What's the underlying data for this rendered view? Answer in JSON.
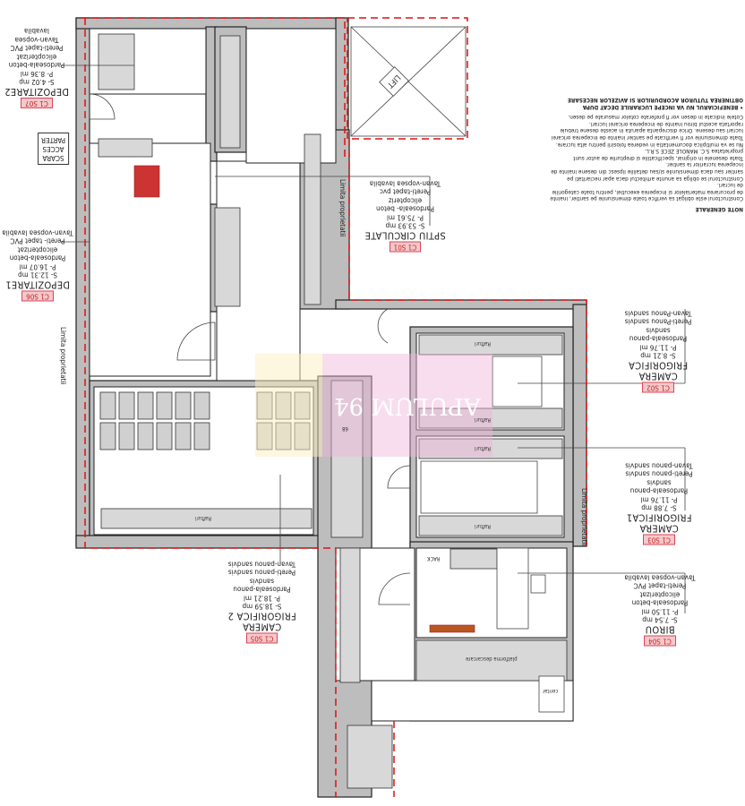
{
  "notes": {
    "title": "NOTE GENERALE",
    "lines": [
      "Constructorul este obligat sa verifice toate dimensiunile pe santier, inainte de procurarea materialelor si inceperea executiei, pentru toate categoriile de lucrari.",
      "Constructorul se obliga sa anunte arhitectul daca apar neclaritati pe santier sau daca dimensiunile si/sau detaliile lipsesc din desene inainte de inceperea lucrarilor la santier.",
      "Toate desenele in original, specificatiile si drepturile de autor sunt proprietatea S.C. MANOLE ZECE S.R.L.",
      "Nu se va multiplica documentatia in vederea folosirii pentru alta lucrare.",
      "Toate dimensiunile vor fi verificate pe santier inainte de inceperea oricarei lucrari sau desene. Orice discrepanta aparuta in aceste desene trebuie raportata acestui birou inainte de inceperea oricarei lucrari.",
      "Cotele indicate in desen vor fi preferate cotelor masurate pe desen.",
      "• BENEFICIARUL NU VA INCEPE LUCRARILE DECAT DUPA OBTINEREA TUTUROR ACORDURILOR SI AVIZELOR NECESARE"
    ]
  },
  "rooms": [
    {
      "code": "C1 S07",
      "name": "DEPOZITARE2",
      "area": "S- 4.02 mp",
      "perimeter": "P- 8.36 ml",
      "floor": "Pardoseala-beton elicopterizat",
      "walls": "Pereti-tapet PVC",
      "ceiling": "Tavan-vopsea lavabila"
    },
    {
      "code": "C1 S06",
      "name": "DEPOZITARE1",
      "area": "S- 12.31 mp",
      "perimeter": "P- 16.07 ml",
      "floor": "Pardoseala-beton elicopterizat",
      "walls": "Pereti- tapet PVC",
      "ceiling": "Tavan-vopsea lavabila"
    },
    {
      "code": "C1 S01",
      "name": "SPTIU CIRCULATE",
      "area": "S- 53.93 mp",
      "perimeter": "P- 75.61 ml",
      "floor": "Pardoseala- beton elicopteriz",
      "walls": "Pereti-tapet pvc",
      "ceiling": "Tavan-vopsea lavabila"
    },
    {
      "code": "C1 S02",
      "name": "CAMERA FRIGORIFICA",
      "area": "S- 8.21 mp",
      "perimeter": "P- 11.76 ml",
      "floor": "Pardoseala-panou sandvis",
      "walls": "Pereti-Panou sandvis",
      "ceiling": "Tavan-Panou sandvis"
    },
    {
      "code": "C1 S03",
      "name": "CAMERA FRIGORIFICA1",
      "area": "S- 7.88 mp",
      "perimeter": "P- 11.76 ml",
      "floor": "Pardoseala-panou sandvis",
      "walls": "Pereti-panou sandvis",
      "ceiling": "Tavan-panou sandvis"
    },
    {
      "code": "C1 S04",
      "name": "BIROU",
      "area": "S- 7.54 mp",
      "perimeter": "P- 11.50 ml",
      "floor": "Pardoseala-beton elicopterizat",
      "walls": "Pereti-tapet PVC",
      "ceiling": "Tavan-vopsea lavabila"
    },
    {
      "code": "C1 S05",
      "name": "CAMERA FRIGORIFICA 2",
      "area": "S- 18.59 mp",
      "perimeter": "P- 18.21 ml",
      "floor": "Pardoseala-panou sandvis",
      "walls": "Pereti-panou sandvis",
      "ceiling": "Tavan-panou sandvis"
    }
  ],
  "labels": {
    "stair": [
      "SCARA",
      "ACCES",
      "PARTER"
    ],
    "property_limit": "Limita proprietatii",
    "lift": "LIFT",
    "shelves": "Rafturi",
    "rack": "RACK",
    "platform": "platforma descarcare",
    "dim": "68",
    "watermark": "APULUM 94",
    "small_box": "centar"
  },
  "colors": {
    "wall": "#bdbdbd",
    "limit": "#d11",
    "tag": "#f3c9cc"
  }
}
